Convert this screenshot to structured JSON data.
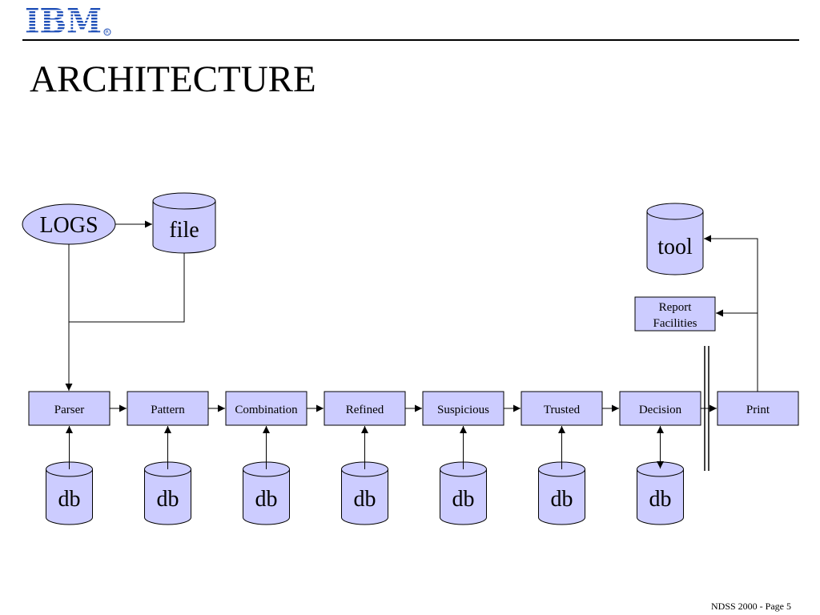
{
  "header": {
    "logo_text": "IBM",
    "title": "ARCHITECTURE"
  },
  "footer": {
    "text": "NDSS 2000 - Page 5"
  },
  "diagram": {
    "node_fill": "#ccccff",
    "stroke": "#000000",
    "logs": "LOGS",
    "file": "file",
    "tool": "tool",
    "report_lines": [
      "Report",
      "Facilities"
    ],
    "stages": [
      "Parser",
      "Pattern",
      "Combination",
      "Refined",
      "Suspicious",
      "Trusted",
      "Decision",
      "Print"
    ],
    "db_label": "db",
    "db_count": 7
  },
  "colors": {
    "logo": "#1f4fb8"
  }
}
